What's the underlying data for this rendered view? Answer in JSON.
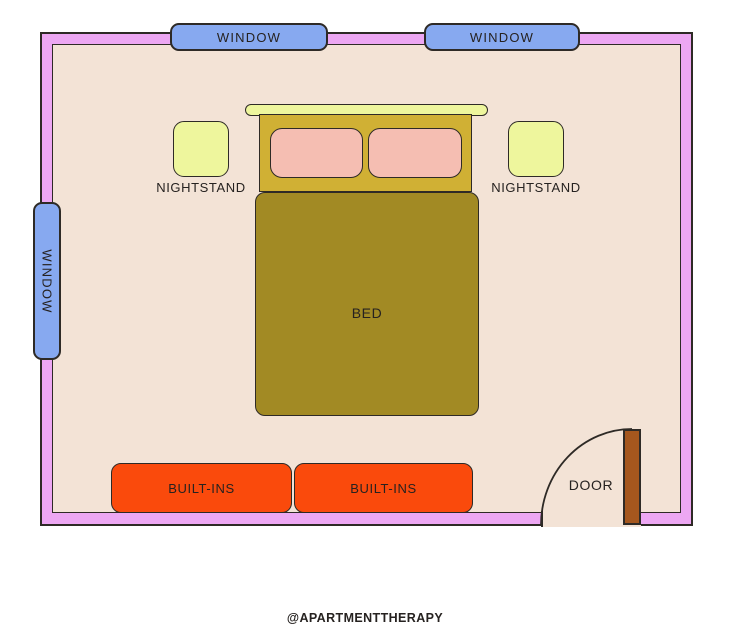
{
  "watermark": "@APARTMENTTHERAPY",
  "room": {
    "windows": [
      {
        "id": "top-left",
        "label": "WINDOW"
      },
      {
        "id": "top-right",
        "label": "WINDOW"
      },
      {
        "id": "left-wall",
        "label": "WINDOW"
      }
    ],
    "bed": {
      "label": "BED"
    },
    "nightstands": [
      {
        "id": "left",
        "label": "NIGHTSTAND"
      },
      {
        "id": "right",
        "label": "NIGHTSTAND"
      }
    ],
    "built_ins": [
      {
        "id": "left",
        "label": "BUILT-INS"
      },
      {
        "id": "right",
        "label": "BUILT-INS"
      }
    ],
    "door": {
      "label": "DOOR"
    }
  },
  "colors": {
    "wall": "#eda7f3",
    "floor": "#f3e3d6",
    "line": "#2e2a26",
    "window": "#87a9f0",
    "accent-yellow": "#eef69d",
    "headboard": "#d0b034",
    "bed": "#a28a24",
    "pillow": "#f5beb2",
    "builtin": "#fa4a0c",
    "door": "#a5571e",
    "text": "#262220"
  }
}
